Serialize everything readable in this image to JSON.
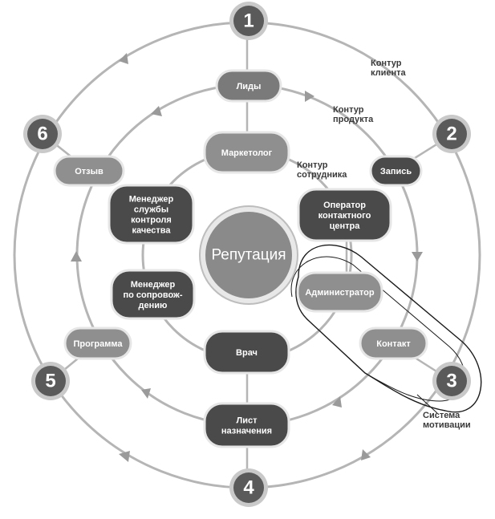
{
  "center": {
    "label": "Репутация"
  },
  "numbers": [
    {
      "id": "n1",
      "label": "1"
    },
    {
      "id": "n2",
      "label": "2"
    },
    {
      "id": "n3",
      "label": "3"
    },
    {
      "id": "n4",
      "label": "4"
    },
    {
      "id": "n5",
      "label": "5"
    },
    {
      "id": "n6",
      "label": "6"
    }
  ],
  "nodes": [
    {
      "id": "leads",
      "lines": [
        "Лиды"
      ]
    },
    {
      "id": "marketer",
      "lines": [
        "Маркетолог"
      ]
    },
    {
      "id": "record",
      "lines": [
        "Запись"
      ]
    },
    {
      "id": "operator",
      "lines": [
        "Оператор",
        "контактного",
        "центра"
      ]
    },
    {
      "id": "admin",
      "lines": [
        "Администратор"
      ]
    },
    {
      "id": "contact",
      "lines": [
        "Контакт"
      ]
    },
    {
      "id": "doctor",
      "lines": [
        "Врач"
      ]
    },
    {
      "id": "sheet",
      "lines": [
        "Лист",
        "назначения"
      ]
    },
    {
      "id": "program",
      "lines": [
        "Программа"
      ]
    },
    {
      "id": "escort",
      "lines": [
        "Менеджер",
        "по сопровож-",
        "дению"
      ]
    },
    {
      "id": "quality",
      "lines": [
        "Менеджер",
        "службы",
        "контроля",
        "качества"
      ]
    },
    {
      "id": "review",
      "lines": [
        "Отзыв"
      ]
    }
  ],
  "labels": [
    {
      "id": "client",
      "lines": [
        "Контур",
        "клиента"
      ]
    },
    {
      "id": "product",
      "lines": [
        "Контур",
        "продукта"
      ]
    },
    {
      "id": "employee",
      "lines": [
        "Контур",
        "сотрудника"
      ]
    },
    {
      "id": "motivation",
      "lines": [
        "Система",
        "мотивации"
      ]
    }
  ],
  "colors": {
    "number_fill": "#5a5a5a",
    "number_ring": "#c9c9c9",
    "dark_node": "#4a4a4a",
    "mid_node": "#7a7a7a",
    "light_node": "#8f8f8f",
    "center_fill": "#8a8a8a",
    "ring_line": "#b5b5b5"
  }
}
